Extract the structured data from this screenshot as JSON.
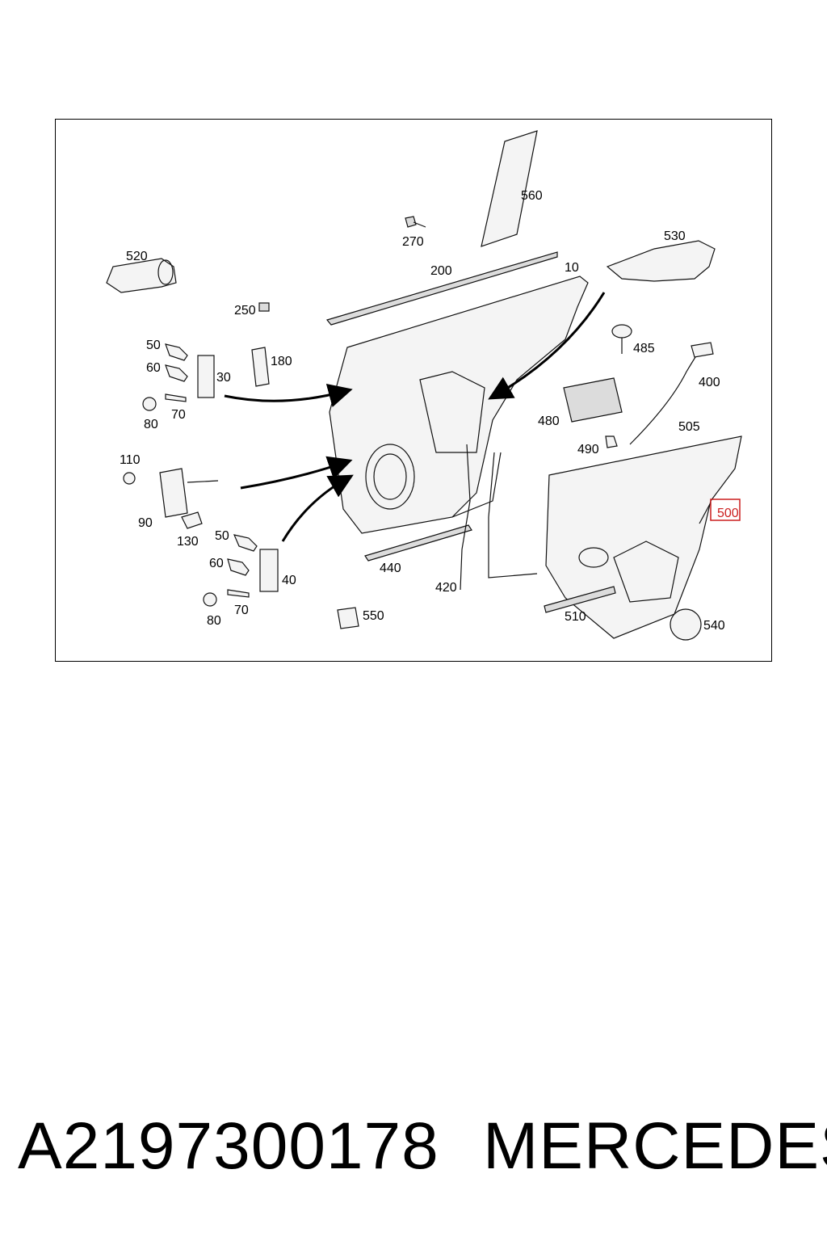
{
  "callouts": {
    "c10": "10",
    "c30": "30",
    "c40": "40",
    "c50a": "50",
    "c50b": "50",
    "c60a": "60",
    "c60b": "60",
    "c70a": "70",
    "c70b": "70",
    "c80a": "80",
    "c80b": "80",
    "c90": "90",
    "c110": "110",
    "c130": "130",
    "c180": "180",
    "c200": "200",
    "c250": "250",
    "c270": "270",
    "c400": "400",
    "c420": "420",
    "c440": "440",
    "c480": "480",
    "c485": "485",
    "c490": "490",
    "c500": "500",
    "c505": "505",
    "c510": "510",
    "c520": "520",
    "c530": "530",
    "c540": "540",
    "c550": "550",
    "c560": "560"
  },
  "highlight": {
    "callout": "500",
    "color": "#cc1f1f"
  },
  "footer": {
    "part_number": "A2197300178",
    "brand": "MERCEDES"
  }
}
